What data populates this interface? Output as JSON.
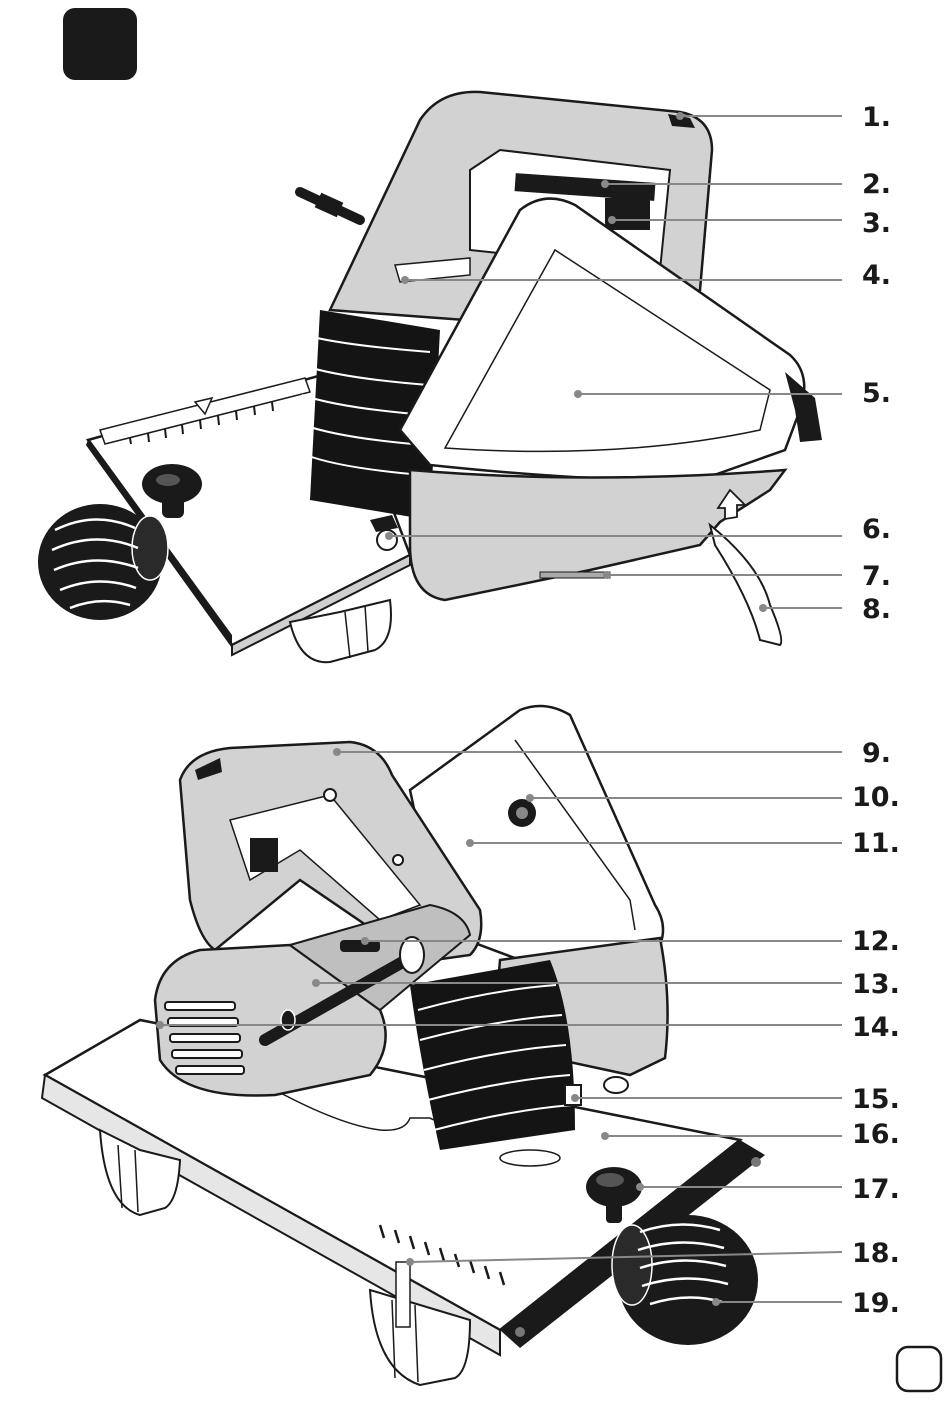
{
  "callouts": [
    {
      "label": "1."
    },
    {
      "label": "2."
    },
    {
      "label": "3."
    },
    {
      "label": "4."
    },
    {
      "label": "5."
    },
    {
      "label": "6."
    },
    {
      "label": "7."
    },
    {
      "label": "8."
    },
    {
      "label": "9."
    },
    {
      "label": "10."
    },
    {
      "label": "11."
    },
    {
      "label": "12."
    },
    {
      "label": "13."
    },
    {
      "label": "14."
    },
    {
      "label": "15."
    },
    {
      "label": "16."
    },
    {
      "label": "17."
    },
    {
      "label": "18."
    },
    {
      "label": "19."
    }
  ],
  "icons": {
    "corner_tab": "black-rounded-square",
    "page_box": "rounded-square-outline",
    "arrow": "up-arrow-outline"
  },
  "colors": {
    "ink": "#1a1a1a",
    "body_grey": "#d2d2d2",
    "dark_grey": "#a9a9a9",
    "bellows": "#141414",
    "leader": "#888888"
  }
}
